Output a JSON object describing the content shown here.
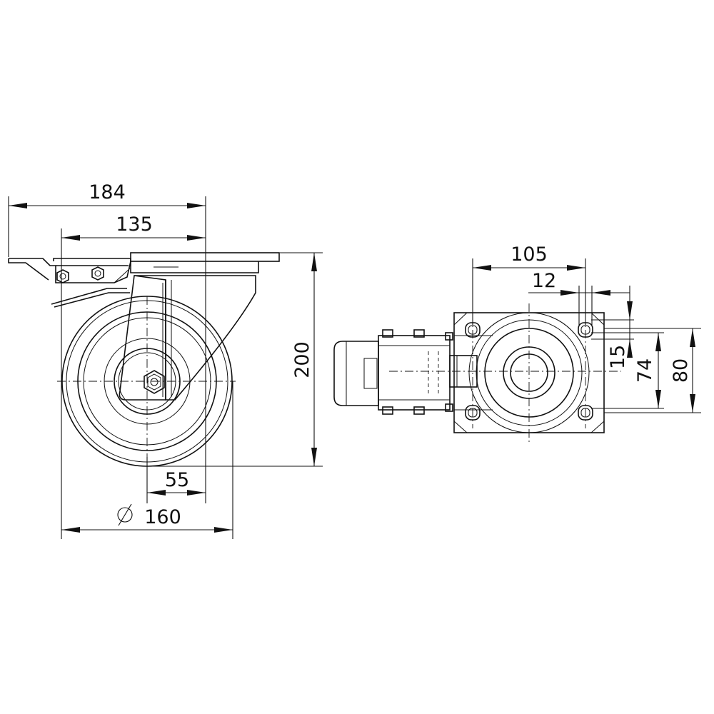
{
  "drawing": {
    "dimensions": {
      "overall_length": "184",
      "plate_to_axle": "135",
      "total_height": "200",
      "offset": "55",
      "wheel_diameter_symbol": "Ø",
      "wheel_diameter": "160",
      "plate_width": "105",
      "hole_diameter": "12",
      "hole_slot": "15",
      "hole_spacing": "74",
      "plate_height": "80"
    }
  }
}
